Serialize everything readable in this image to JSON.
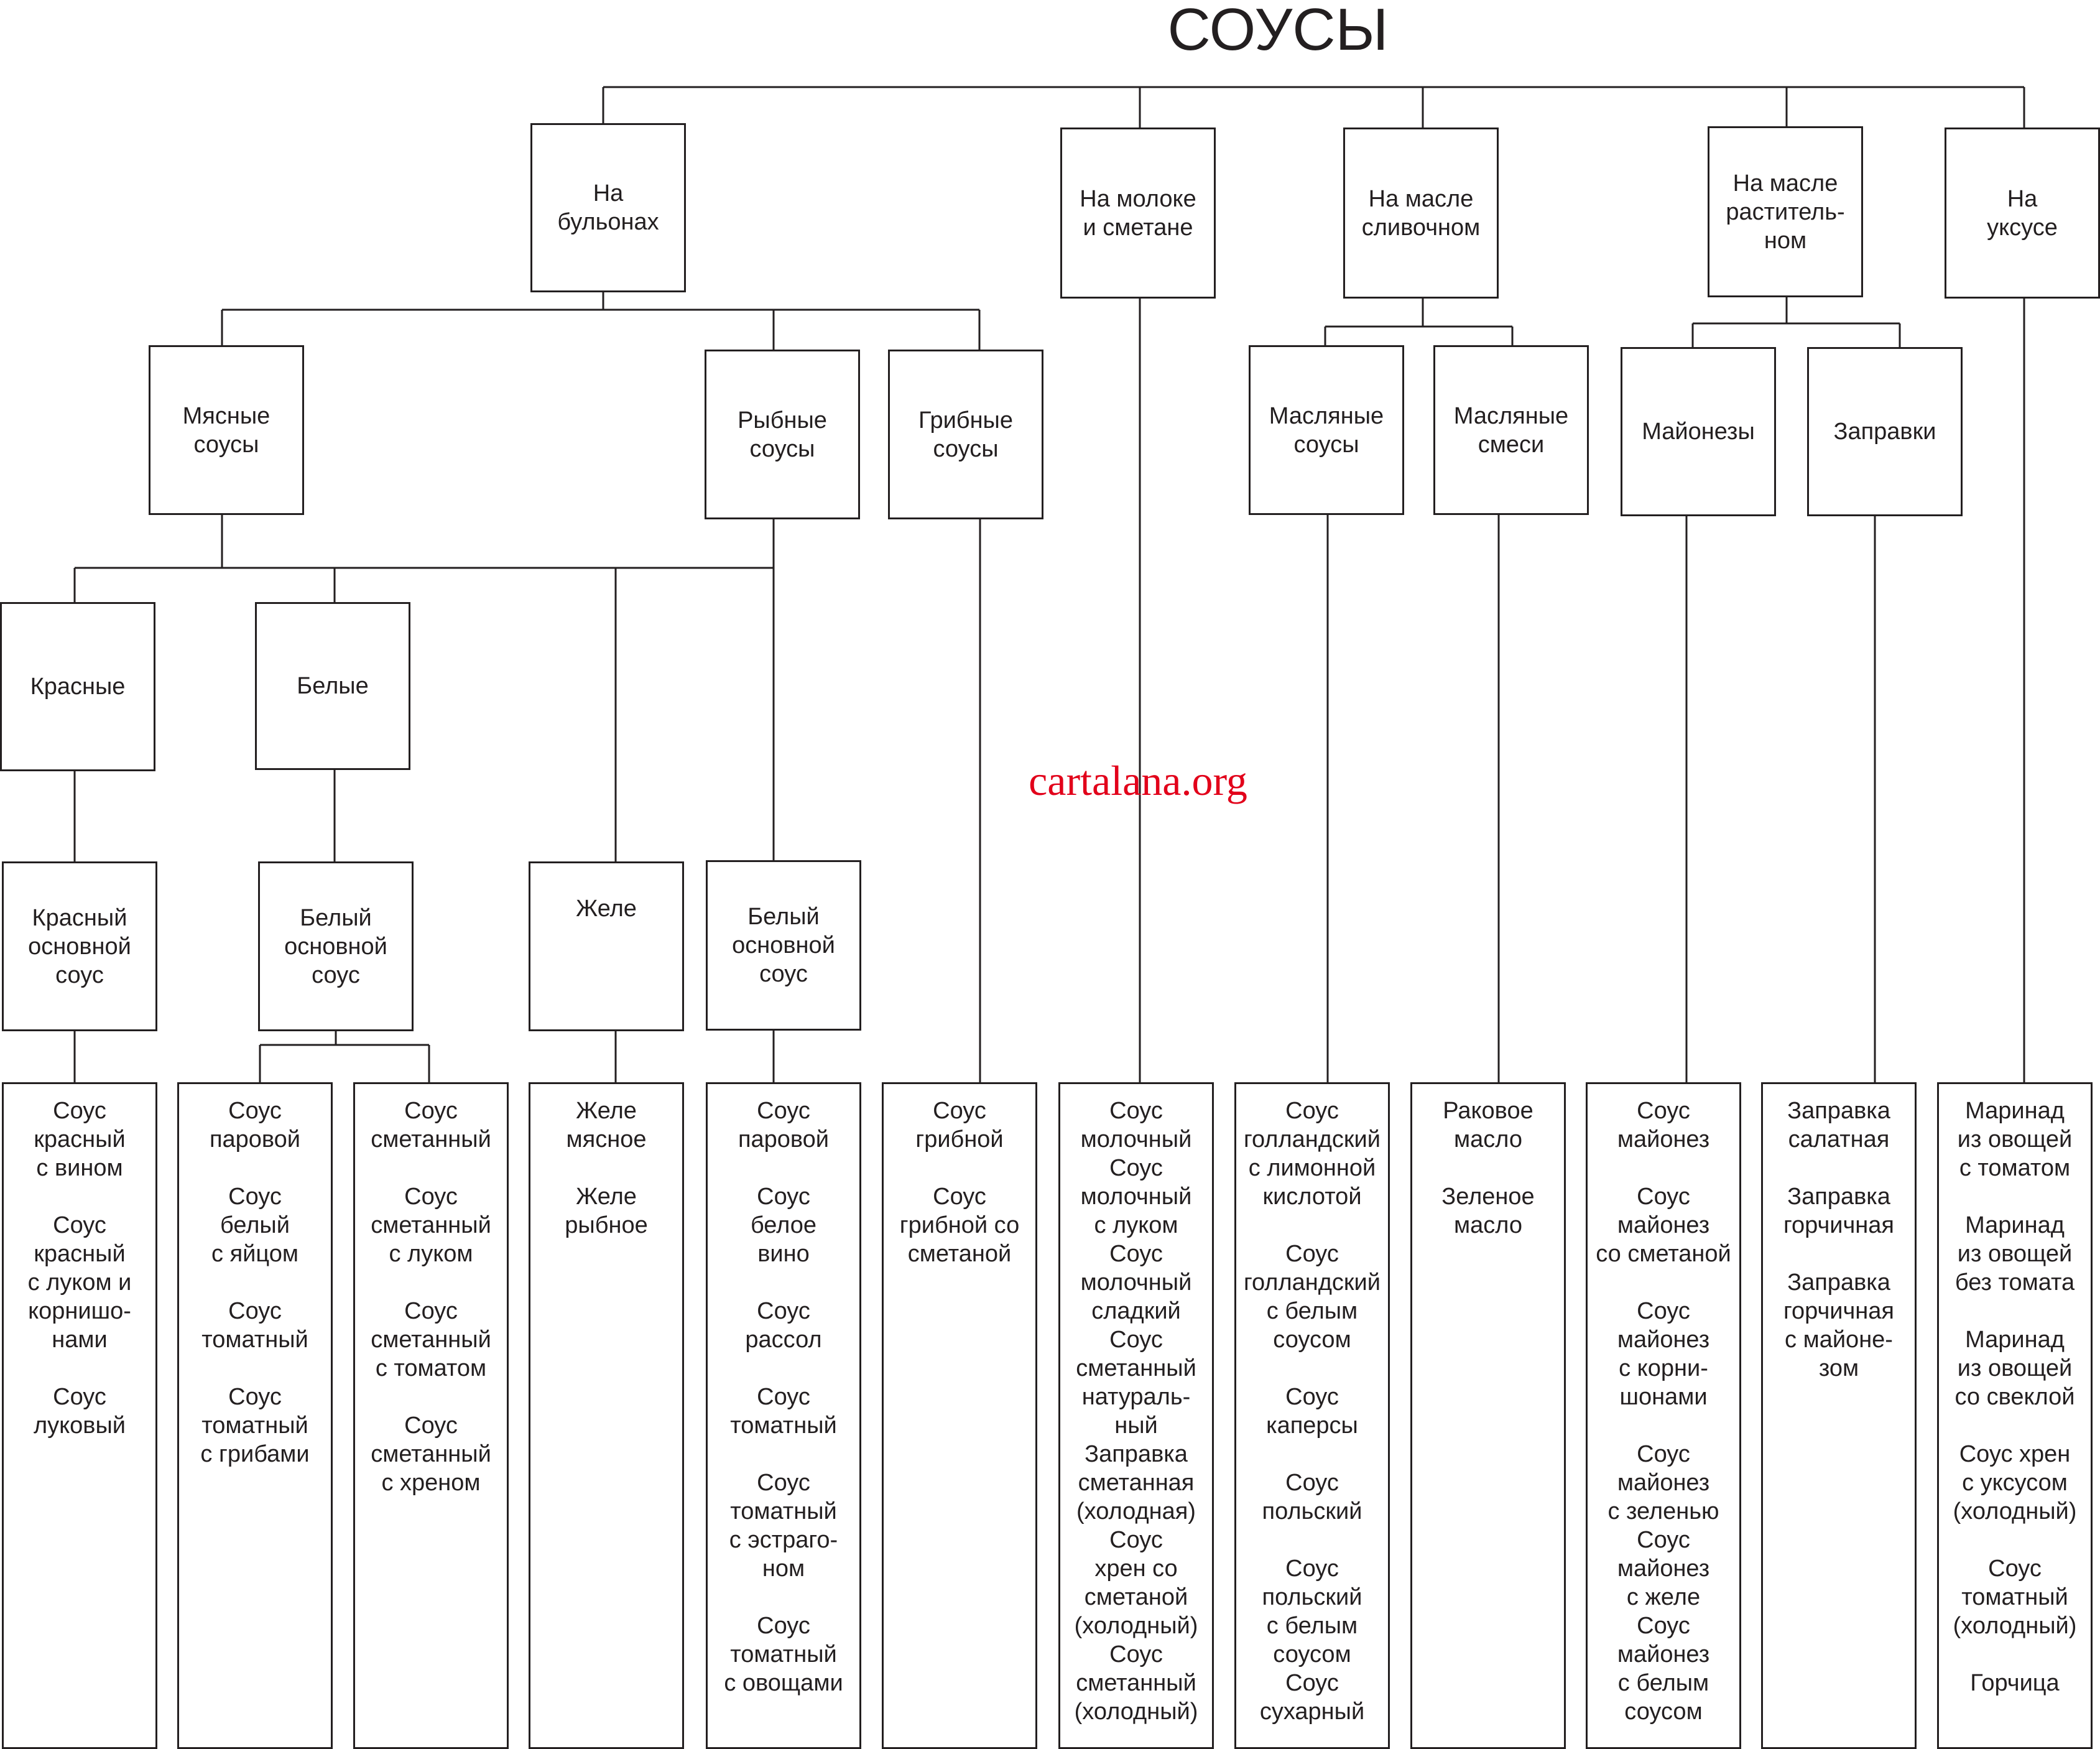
{
  "title": "СОУСЫ",
  "watermark": "cartalana.org",
  "colors": {
    "line": "#231f20",
    "text": "#231f20",
    "watermark": "#e2001a",
    "background": "#ffffff"
  },
  "level1": {
    "bulony": "На\nбульонах",
    "moloko": "На молоке\nи сметане",
    "maslo_slivochnoe": "На масле\nсливочном",
    "maslo_rastitelnoe": "На масле\nраститель-\nном",
    "uksus": "На\nуксусе"
  },
  "level2": {
    "myasnye": "Мясные\nсоусы",
    "rybnye": "Рыбные\nсоусы",
    "gribnye": "Грибные\nсоусы",
    "maslyanye_sousy": "Масляные\nсоусы",
    "maslyanye_smesi": "Масляные\nсмеси",
    "maionezy": "Майонезы",
    "zapravki": "Заправки"
  },
  "level3": {
    "krasnye": "Красные",
    "belye": "Белые"
  },
  "level4": {
    "krasny_osnovnoy": "Красный\nосновной\nсоус",
    "bely_osnovnoy": "Белый\nосновной\nсоус",
    "zhele": "Желе",
    "bely_osnovnoy_ryba": "Белый\nосновной\nсоус"
  },
  "leaves": {
    "krasnye": [
      "Соус\nкрасный\nс вином",
      "Соус\nкрасный\nс луком и\nкорнишо-\nнами",
      "Соус\nлуковый"
    ],
    "belye_1": [
      "Соус\nпаровой",
      "Соус\nбелый\nс яйцом",
      "Соус\nтоматный",
      "Соус\nтоматный\nс грибами"
    ],
    "belye_2": [
      "Соус\nсметанный",
      "Соус\nсметанный\nс луком",
      "Соус\nсметанный\nс томатом",
      "Соус\nсметанный\nс хреном"
    ],
    "zhele": [
      "Желе\nмясное",
      "Желе\nрыбное"
    ],
    "rybnye": [
      "Соус\nпаровой",
      "Соус\nбелое\nвино",
      "Соус\nрассол",
      "Соус\nтоматный",
      "Соус\nтоматный\nс эстраго-\nном",
      "Соус\nтоматный\nс овощами"
    ],
    "gribnye": [
      "Соус\nгрибной",
      "Соус\nгрибной со\nсметаной"
    ],
    "moloko": [
      "Соус\nмолочный\nСоус\nмолочный\nс луком\nСоус\nмолочный\nсладкий\nСоус\nсметанный\nнатураль-\nный\nЗаправка\nсметанная\n(холодная)\nСоус\nхрен со\nсметаной\n(холодный)\nСоус\nсметанный\n(холодный)"
    ],
    "maslyanye_sousy": [
      "Соус\nголландский\nс лимонной\nкислотой",
      "Соус\nголландский\nс белым\nсоусом",
      "Соус\nкаперсы",
      "Соус\nпольский",
      "Соус\nпольский\nс белым\nсоусом\nСоус\nсухарный"
    ],
    "maslyanye_smesi": [
      "Раковое\nмасло",
      "Зеленое\nмасло"
    ],
    "maionezy": [
      "Соус\nмайонез",
      "Соус\nмайонез\nсо сметаной",
      "Соус\nмайонез\nс корни-\nшонами",
      "Соус\nмайонез\nс зеленью\nСоус\nмайонез\nс желе\nСоус\nмайонез\nс белым\nсоусом"
    ],
    "zapravki": [
      "Заправка\nсалатная",
      "Заправка\nгорчичная",
      "Заправка\nгорчичная\nс майоне-\nзом"
    ],
    "uksus": [
      "Маринад\nиз овощей\nс томатом",
      "Маринад\nиз овощей\nбез томата",
      "Маринад\nиз овощей\nсо свеклой",
      "Соус хрен\nс уксусом\n(холодный)",
      "Соус\nтоматный\n(холодный)",
      "Горчица"
    ]
  }
}
